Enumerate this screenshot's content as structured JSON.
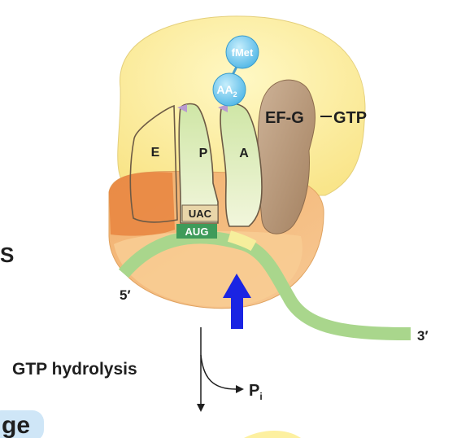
{
  "labels": {
    "fmet": "fMet",
    "aa2_main": "AA",
    "aa2_sub": "2",
    "efg": "EF-G",
    "gtp": "GTP",
    "site_e": "E",
    "site_p": "P",
    "site_a": "A",
    "anticodon": "UAC",
    "codon": "AUG",
    "five_prime": "5′",
    "three_prime": "3′",
    "gtp_hydrolysis": "GTP hydrolysis",
    "pi_main": "P",
    "pi_sub": "i",
    "left_fragment": "S",
    "bottom_left_fragment": "ge"
  },
  "colors": {
    "large_subunit": "#fdf0a0",
    "small_subunit_front": "#f6bf7e",
    "small_subunit_back": "#e98f4a",
    "trna": "#d9ecb3",
    "mrna": "#a9d68c",
    "codon_box": "#3f9b5a",
    "efg": "#b28f6e",
    "amino_acid": "#74c7ee",
    "arrow_blue": "#1a24e3",
    "badge": "#cfe6f7"
  }
}
